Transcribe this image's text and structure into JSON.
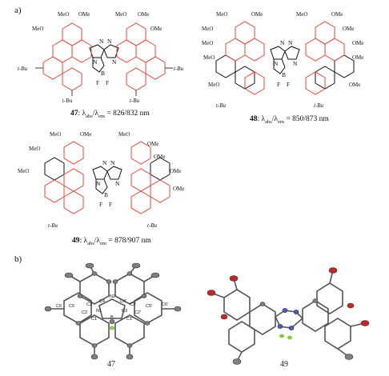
{
  "panel_a": {
    "label": "a)",
    "ome": "MeO",
    "ome_r": "OMe",
    "tbu": "t-Bu",
    "tbu_plain": "t-Bu",
    "n": "N",
    "b": "B",
    "f": "F",
    "compounds": [
      {
        "id": "47",
        "sep": ": ",
        "abs_sub": "abs",
        "em_sub": "em",
        "values": " = 826/832 nm"
      },
      {
        "id": "48",
        "sep": ": ",
        "abs_sub": "abs",
        "em_sub": "em",
        "values": " = 850/873 nm"
      },
      {
        "id": "49",
        "sep": ": ",
        "abs_sub": "abs",
        "em_sub": "em",
        "values": " = 878/907 nm"
      }
    ]
  },
  "panel_b": {
    "label": "b)",
    "structures": [
      {
        "caption": "47",
        "atoms": [
          "C6",
          "C5",
          "C3",
          "C4",
          "N2",
          "C4'",
          "C3'",
          "C5'",
          "C6'",
          "C2",
          "N1",
          "N3",
          "C2'",
          "C1",
          "B",
          "C1'"
        ]
      },
      {
        "caption": "49"
      }
    ]
  },
  "colors": {
    "ring": "#e8453c",
    "bond": "#111111",
    "ellipsoid": "#8a8a8a",
    "oxygen": "#c0282a",
    "nitrogen": "#4a5ac8",
    "fluorine": "#8cc63f"
  }
}
